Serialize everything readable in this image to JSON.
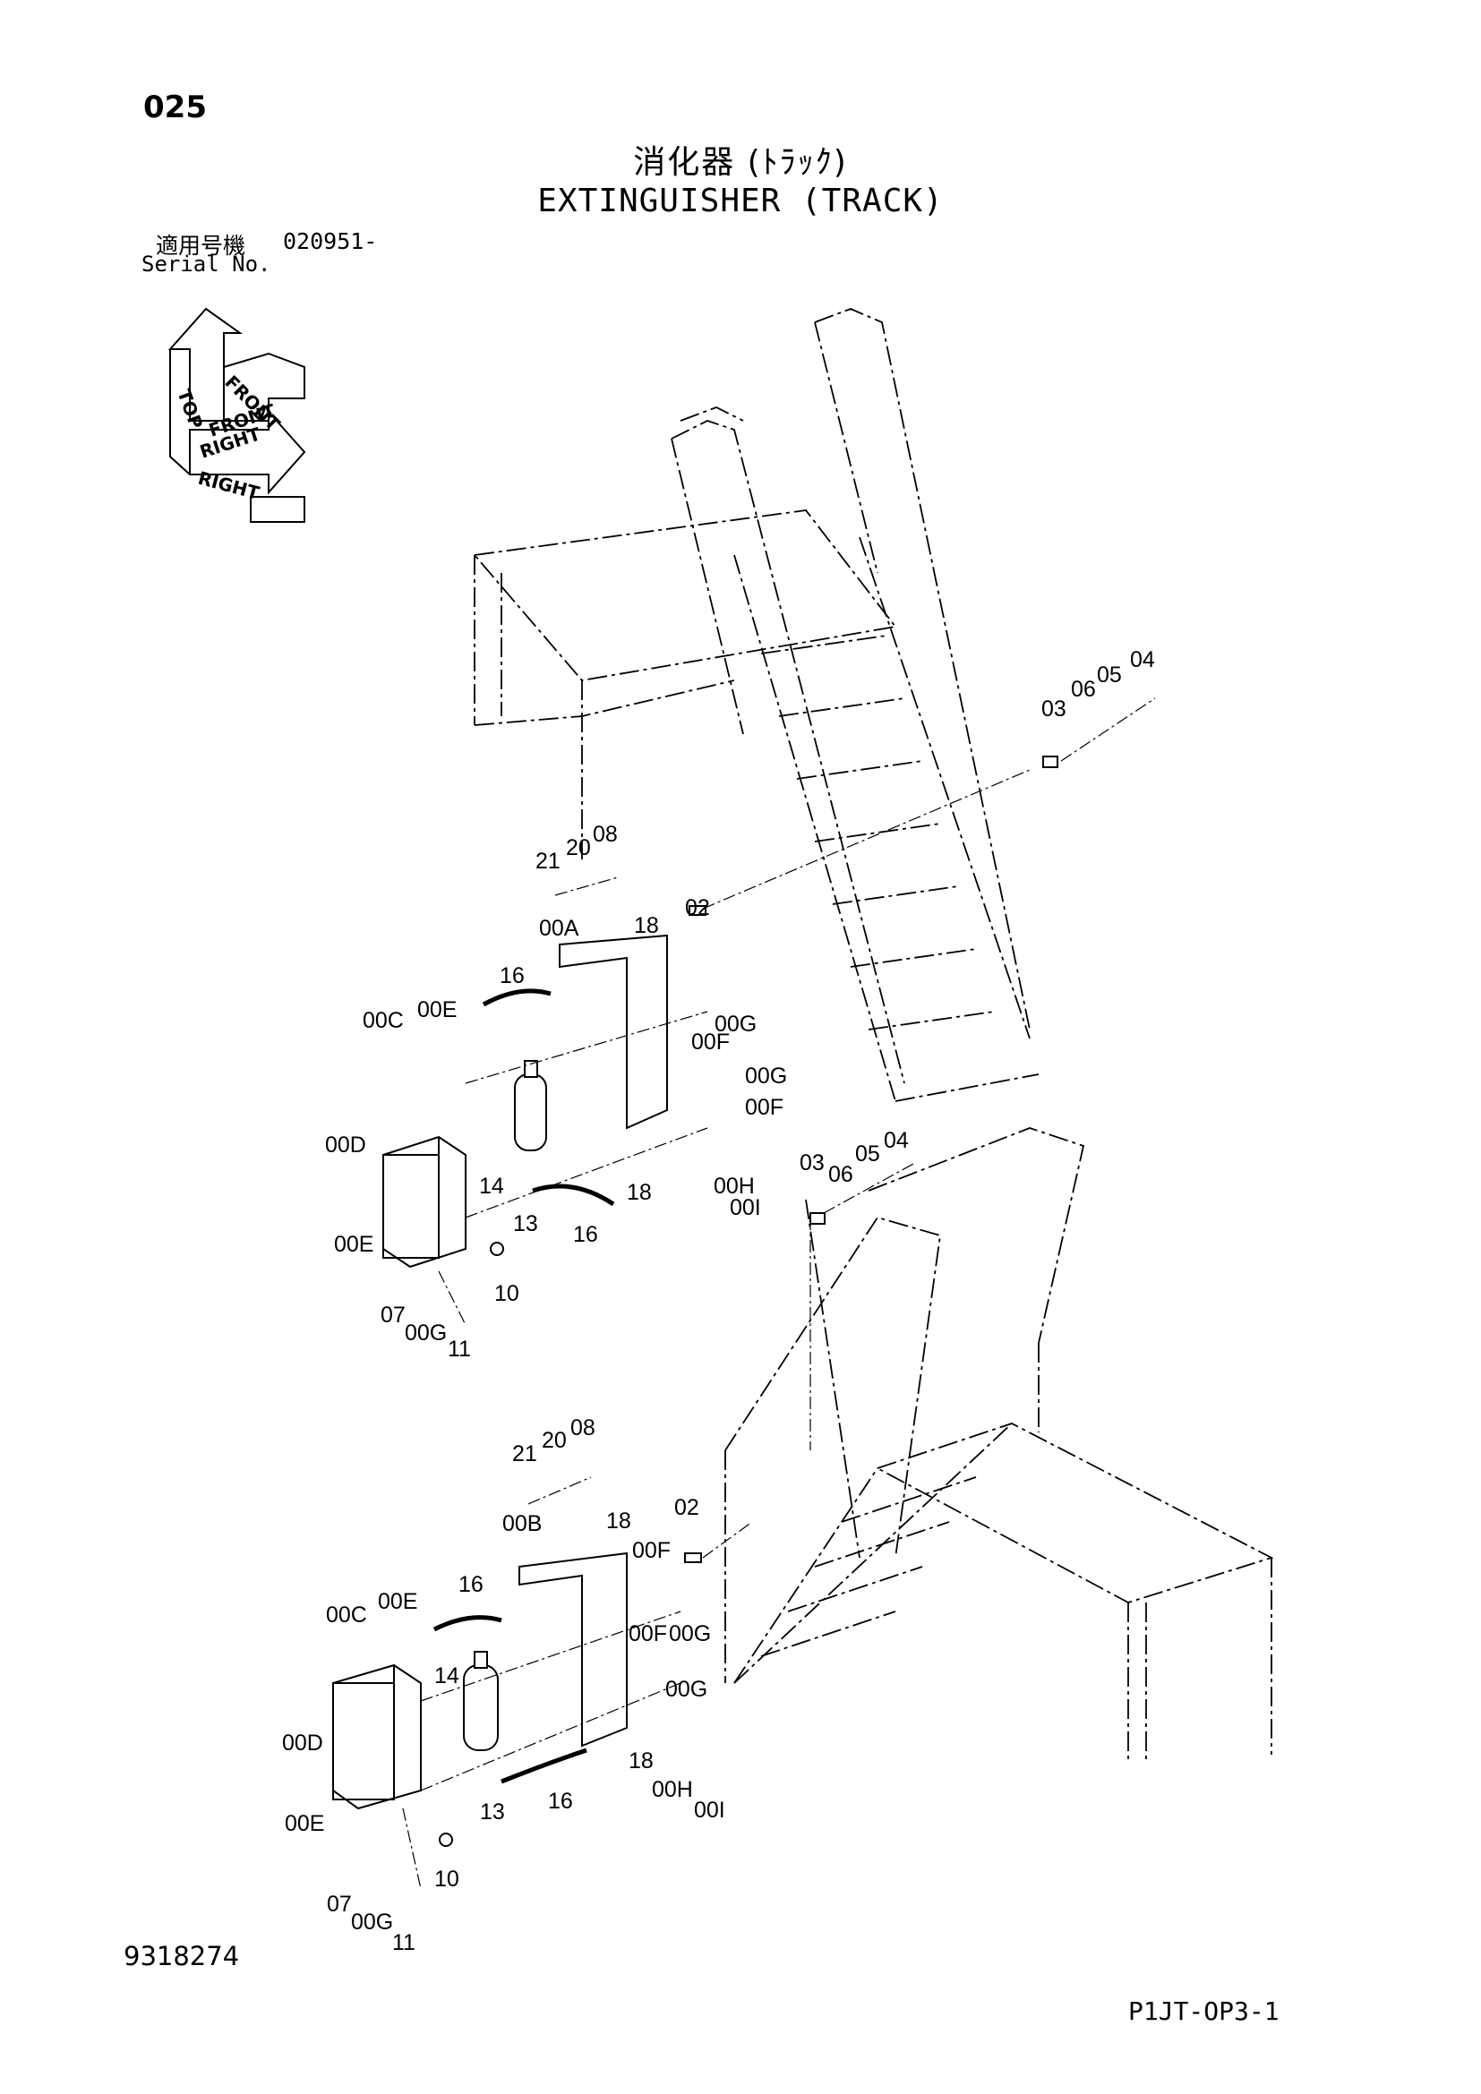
{
  "header": {
    "page_number": "025",
    "title_jp": "消化器 (ﾄﾗｯｸ)",
    "title_en": "EXTINGUISHER (TRACK)",
    "serial_label_jp": "適用号機",
    "serial_value": "020951-",
    "serial_label_en": "Serial No."
  },
  "orientation_labels": [
    "TOP",
    "FRONT",
    "FRONT",
    "RIGHT",
    "RIGHT"
  ],
  "callouts_upper": [
    "04",
    "05",
    "06",
    "03",
    "21",
    "20",
    "08",
    "00A",
    "18",
    "02",
    "16",
    "00C",
    "00E",
    "00G",
    "00F",
    "00G",
    "00F",
    "00D",
    "14",
    "18",
    "00H",
    "00I",
    "13",
    "16",
    "00E",
    "10",
    "07",
    "00G",
    "11"
  ],
  "callouts_lower": [
    "03",
    "06",
    "05",
    "04",
    "21",
    "20",
    "08",
    "00B",
    "18",
    "02",
    "00F",
    "16",
    "00C",
    "00E",
    "00F",
    "00G",
    "14",
    "00G",
    "00D",
    "18",
    "13",
    "16",
    "00H",
    "00I",
    "00E",
    "10",
    "07",
    "00G",
    "11"
  ],
  "footer": {
    "drawing_number": "9318274",
    "page_code": "P1JT-OP3-1"
  }
}
